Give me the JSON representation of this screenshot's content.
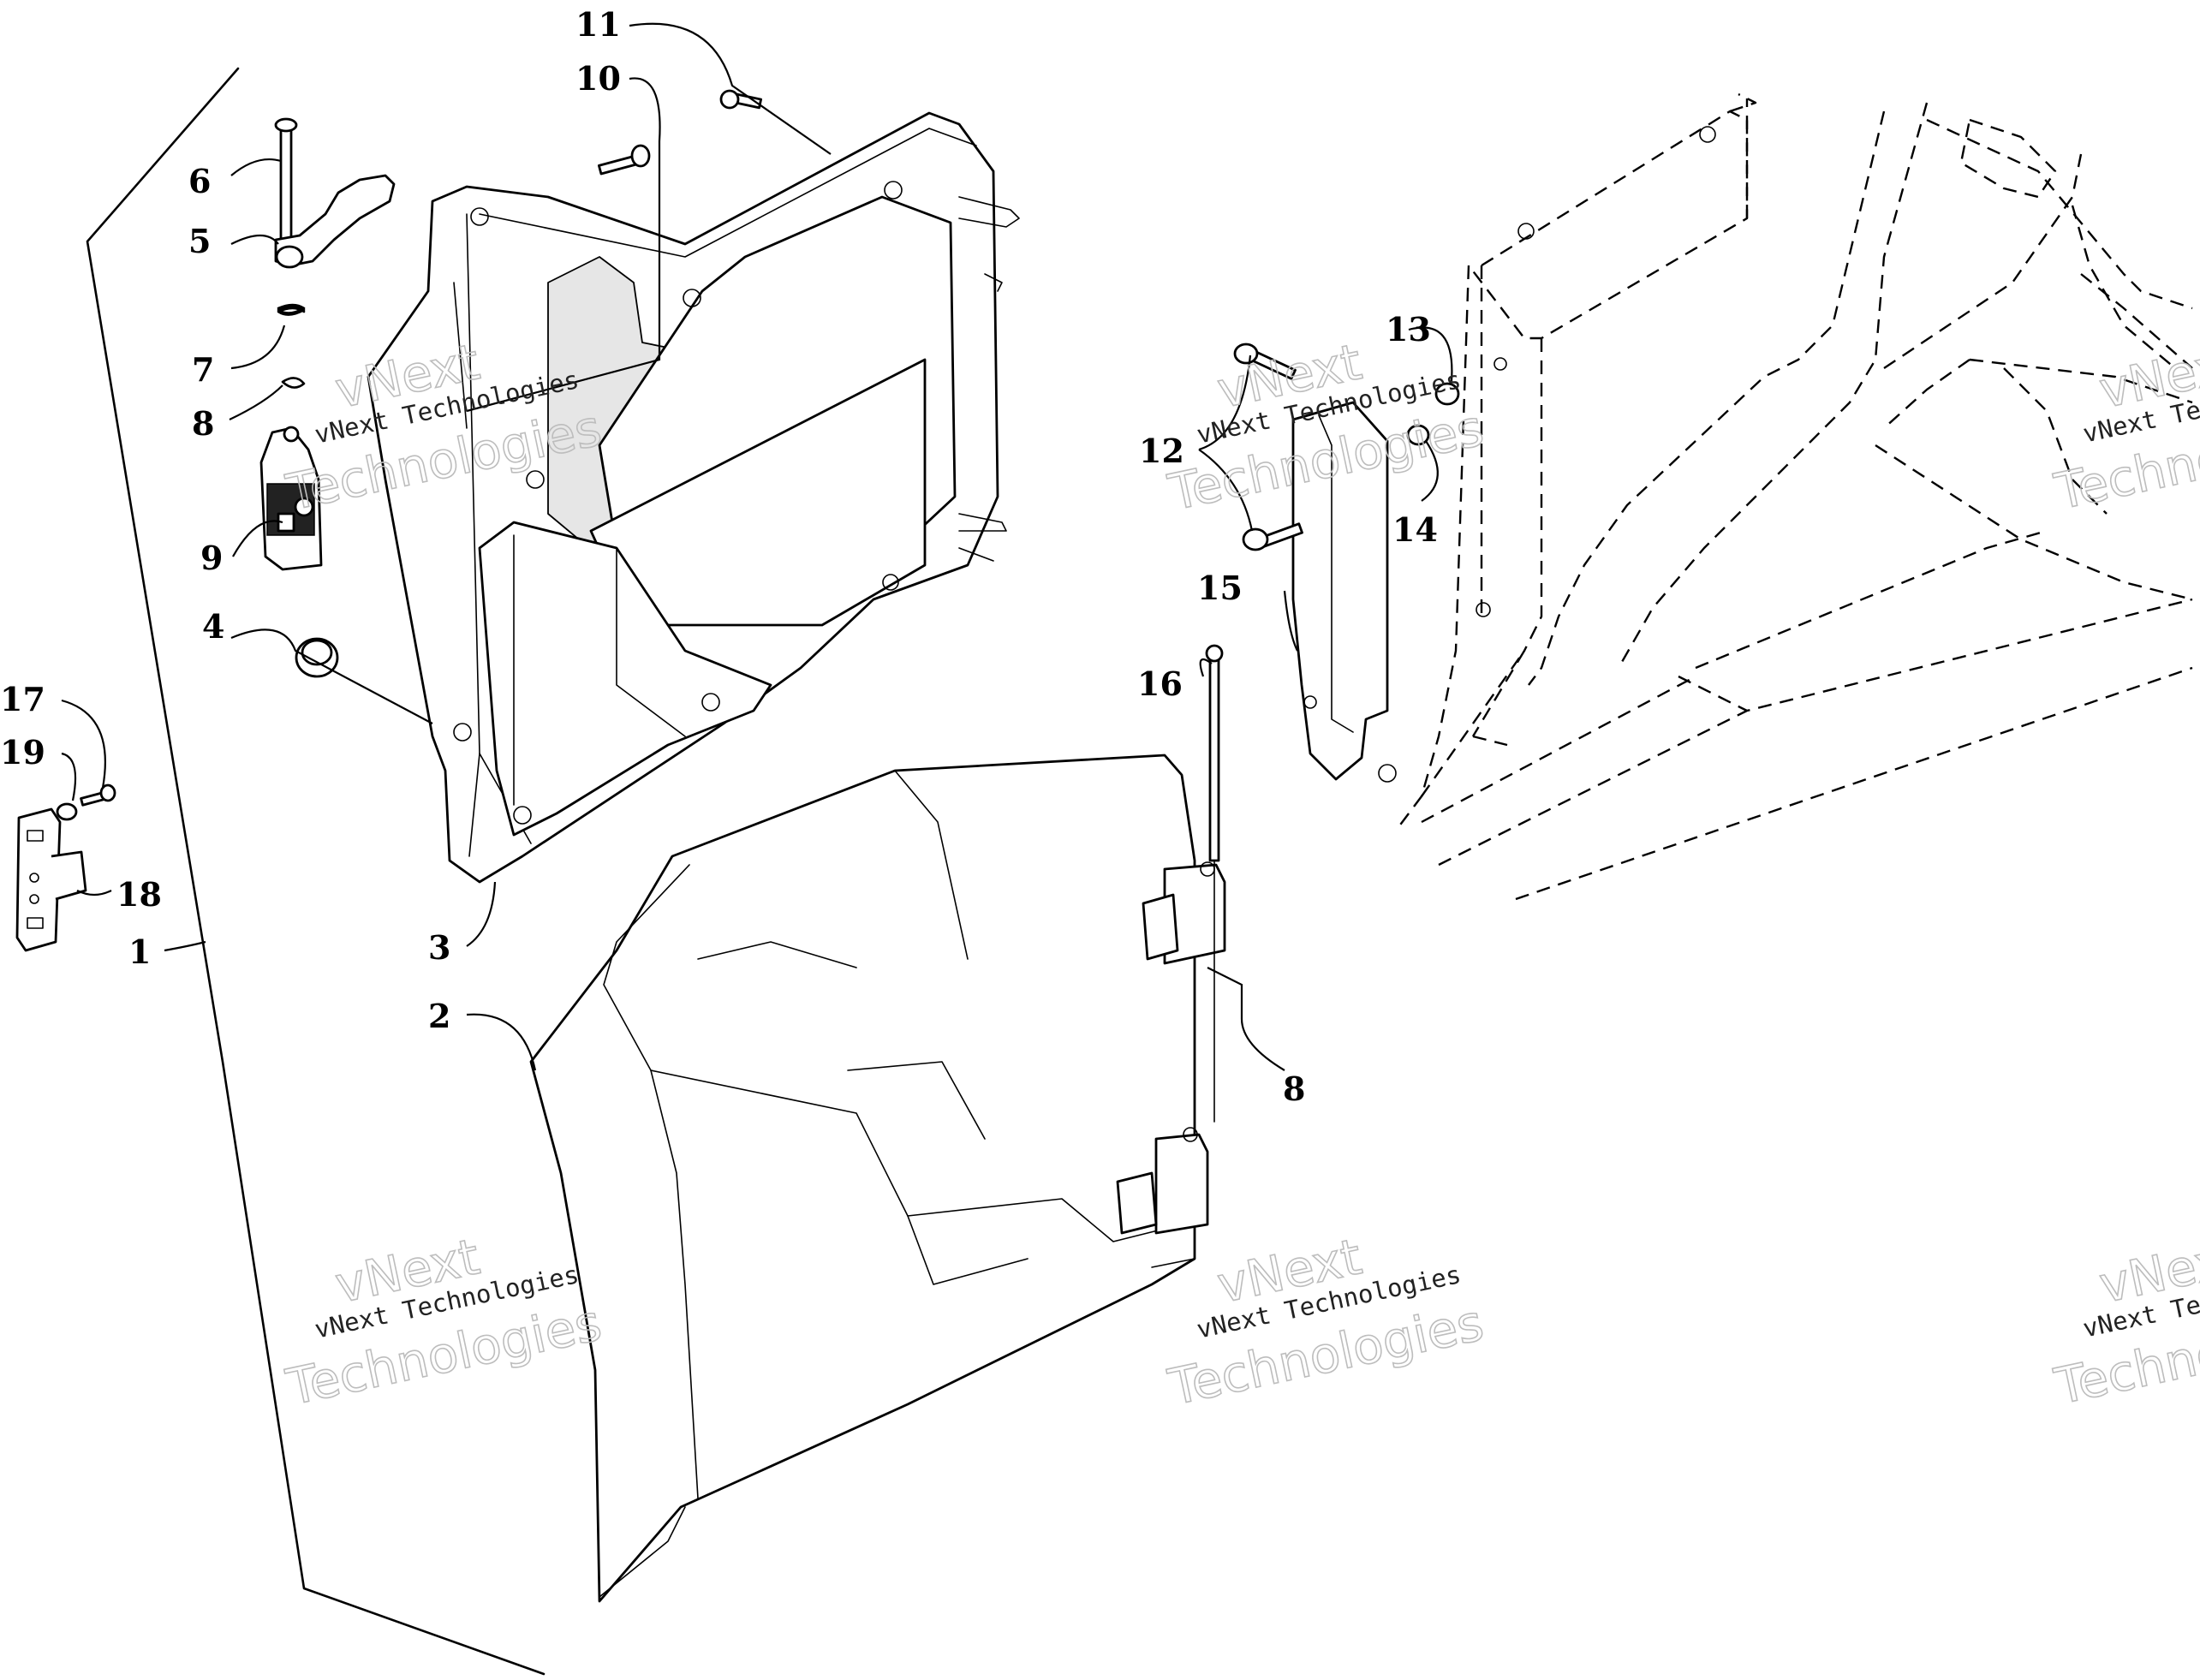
{
  "diagram": {
    "callouts": [
      {
        "id": "c1",
        "label": "1"
      },
      {
        "id": "c2",
        "label": "2"
      },
      {
        "id": "c3",
        "label": "3"
      },
      {
        "id": "c4",
        "label": "4"
      },
      {
        "id": "c5",
        "label": "5"
      },
      {
        "id": "c6",
        "label": "6"
      },
      {
        "id": "c7",
        "label": "7"
      },
      {
        "id": "c8a",
        "label": "8"
      },
      {
        "id": "c8b",
        "label": "8"
      },
      {
        "id": "c9",
        "label": "9"
      },
      {
        "id": "c10",
        "label": "10"
      },
      {
        "id": "c11",
        "label": "11"
      },
      {
        "id": "c12",
        "label": "12"
      },
      {
        "id": "c13",
        "label": "13"
      },
      {
        "id": "c14",
        "label": "14"
      },
      {
        "id": "c15",
        "label": "15"
      },
      {
        "id": "c16",
        "label": "16"
      },
      {
        "id": "c17",
        "label": "17"
      },
      {
        "id": "c18",
        "label": "18"
      },
      {
        "id": "c19",
        "label": "19"
      }
    ]
  },
  "watermark": {
    "line1": "vNext",
    "line2": "vNext Technologies",
    "line3": "Technologies"
  }
}
